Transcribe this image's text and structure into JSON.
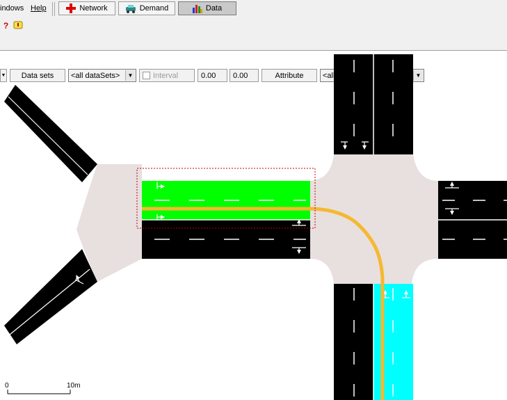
{
  "menu": {
    "windows": "indows",
    "help": "Help"
  },
  "tabs": [
    {
      "label": "Network",
      "icon": "red-cross-icon"
    },
    {
      "label": "Demand",
      "icon": "car-icon"
    },
    {
      "label": "Data",
      "icon": "bar-chart-icon",
      "active": true
    }
  ],
  "toolbar": {
    "view_scheme": "custom_1",
    "icons": [
      "help-icon",
      "tooltip-icon",
      "color-wheel-icon",
      "screenshot-icon",
      "undo-icon",
      "redo-icon",
      "search-icon",
      "eraser-icon",
      "film-icon",
      "film-icon",
      "grid-icon",
      "taz-icon",
      "bus-stop-icon",
      "person-icon",
      "vehicle-icon"
    ]
  },
  "data_bar": {
    "datasets_button": "Data sets",
    "datasets_select": "<all dataSets>",
    "interval_label": "Interval",
    "interval_checked": false,
    "begin": "0.00",
    "end": "0.00",
    "attribute_button": "Attribute",
    "attribute_select": "<all attributes>"
  },
  "scale": {
    "start": "0",
    "end": "10m"
  },
  "colors": {
    "road": "#000000",
    "junction": "#e8dfdf",
    "selected_edge": "#00ff00",
    "highlighted_edge": "#00ffff",
    "route": "#f5b831",
    "selection_box": "#c00000"
  }
}
